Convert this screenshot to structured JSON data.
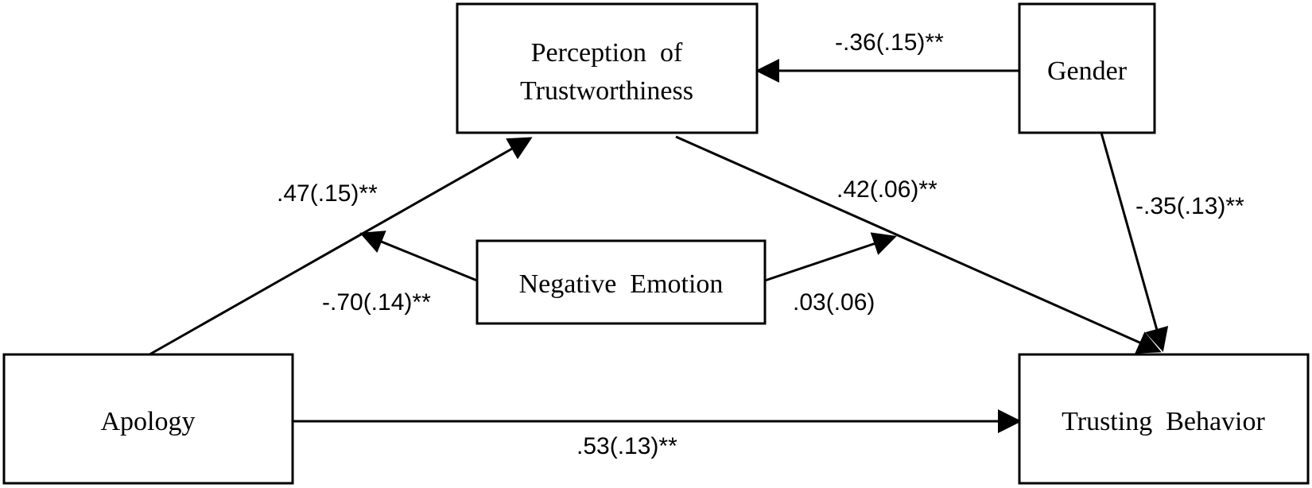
{
  "nodes": {
    "perception": {
      "line1": "Perception  of",
      "line2": "Trustworthiness"
    },
    "gender": {
      "label": "Gender"
    },
    "negative_emotion": {
      "label": "Negative  Emotion"
    },
    "apology": {
      "label": "Apology"
    },
    "trusting_behavior": {
      "label": "Trusting  Behavior"
    }
  },
  "paths": {
    "gender_to_perception": [
      "-.36(.15)",
      "**"
    ],
    "apology_to_perception": [
      ".47(.15)",
      "**"
    ],
    "perception_to_trusting": [
      ".42(.06)",
      "**"
    ],
    "gender_to_trusting": [
      "-.35(.13)",
      "**"
    ],
    "negemo_to_apology_path": [
      "-.70(.14)",
      "**"
    ],
    "negemo_to_perception_path": [
      ".03(.06)",
      ""
    ],
    "apology_to_trusting": [
      ".53(.13)",
      "**"
    ]
  }
}
